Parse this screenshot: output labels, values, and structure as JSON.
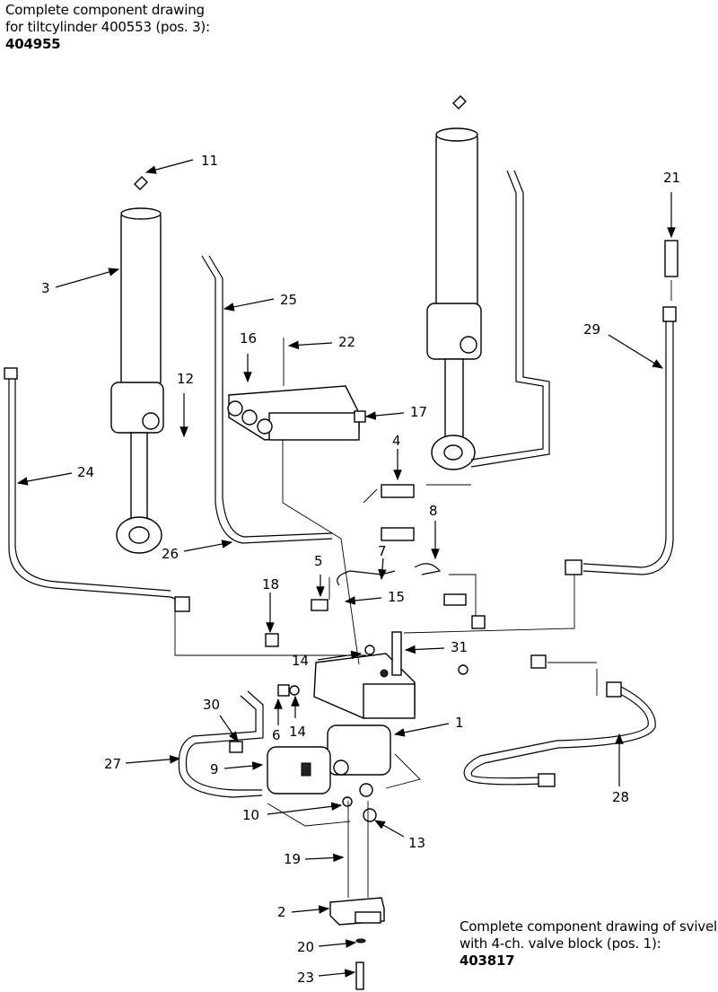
{
  "notes": {
    "top_line1": "Complete component drawing",
    "top_line2": "for tiltcylinder 400553 (pos. 3):",
    "top_part": "404955",
    "bottom_line1": "Complete component drawing of svivel",
    "bottom_line2": "with 4-ch. valve block (pos. 1): ",
    "bottom_part": "403817"
  },
  "callouts": [
    "11",
    "3",
    "25",
    "16",
    "22",
    "12",
    "17",
    "4",
    "24",
    "26",
    "8",
    "7",
    "5",
    "15",
    "18",
    "14",
    "31",
    "30",
    "6",
    "14",
    "1",
    "27",
    "9",
    "10",
    "13",
    "19",
    "2",
    "20",
    "23",
    "21",
    "29",
    "28"
  ]
}
